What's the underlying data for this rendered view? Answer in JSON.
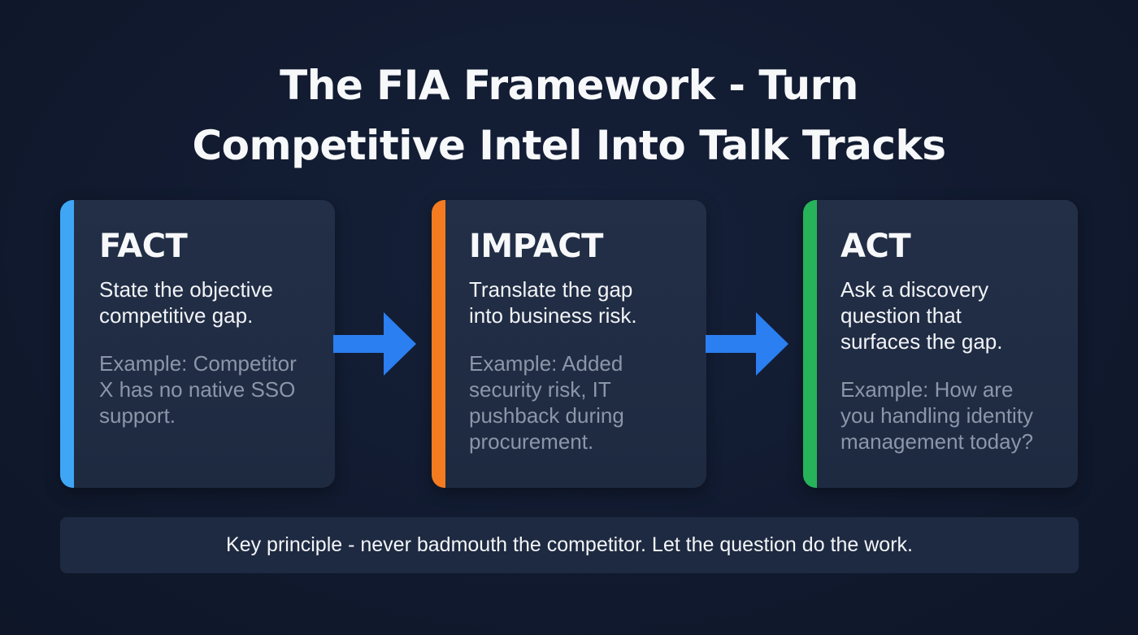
{
  "title": {
    "lines": [
      "The FIA Framework - Turn",
      "Competitive Intel Into Talk Tracks"
    ]
  },
  "cards": [
    {
      "heading": "FACT",
      "accent_color": "#3ea6f5",
      "description_lines": [
        "State the objective",
        "competitive gap."
      ],
      "example_lines": [
        "Example: Competitor",
        "X has no native SSO",
        "support."
      ]
    },
    {
      "heading": "IMPACT",
      "accent_color": "#f47b20",
      "description_lines": [
        "Translate the gap",
        "into business risk."
      ],
      "example_lines": [
        "Example: Added",
        "security risk, IT",
        "pushback during",
        "procurement."
      ]
    },
    {
      "heading": "ACT",
      "accent_color": "#27b35a",
      "description_lines": [
        "Ask a discovery",
        "question that",
        "surfaces the gap."
      ],
      "example_lines": [
        "Example: How are",
        "you handling identity",
        "management today?"
      ]
    }
  ],
  "arrows": [
    {
      "icon": "arrow-right-icon",
      "color": "#2b7ff0"
    },
    {
      "icon": "arrow-right-icon",
      "color": "#2b7ff0"
    }
  ],
  "footer": {
    "text": "Key principle - never badmouth the competitor. Let the question do the work."
  },
  "colors": {
    "background": "#111a2f",
    "card_background": "#202c44",
    "example_text": "#8c96a9",
    "arrow": "#2b7ff0"
  }
}
